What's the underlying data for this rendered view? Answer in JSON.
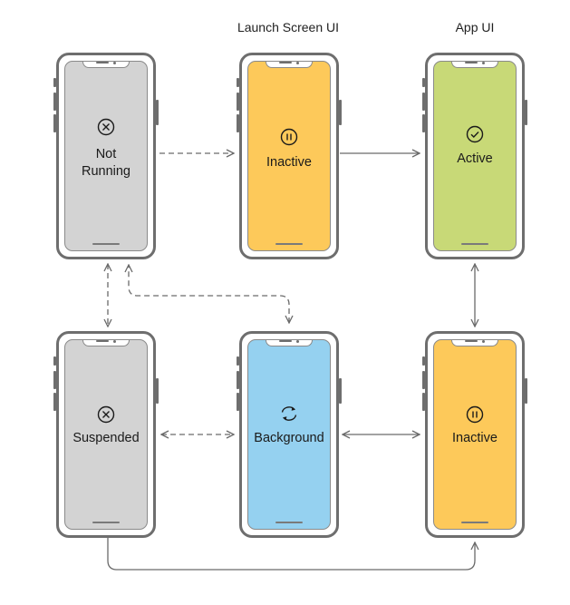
{
  "columns": {
    "launch_screen_title": "Launch Screen UI",
    "app_ui_title": "App UI"
  },
  "states": {
    "not_running": {
      "line1": "Not",
      "line2": "Running",
      "icon": "x-circle-icon",
      "color": "#d3d3d3"
    },
    "inactive_launch": {
      "label": "Inactive",
      "icon": "pause-circle-icon",
      "color": "#fdc95a"
    },
    "active": {
      "label": "Active",
      "icon": "check-circle-icon",
      "color": "#c8d977"
    },
    "suspended": {
      "label": "Suspended",
      "icon": "x-circle-icon",
      "color": "#d3d3d3"
    },
    "background": {
      "label": "Background",
      "icon": "refresh-arrows-icon",
      "color": "#95d1f0"
    },
    "inactive_app": {
      "label": "Inactive",
      "icon": "pause-circle-icon",
      "color": "#fdc95a"
    }
  }
}
